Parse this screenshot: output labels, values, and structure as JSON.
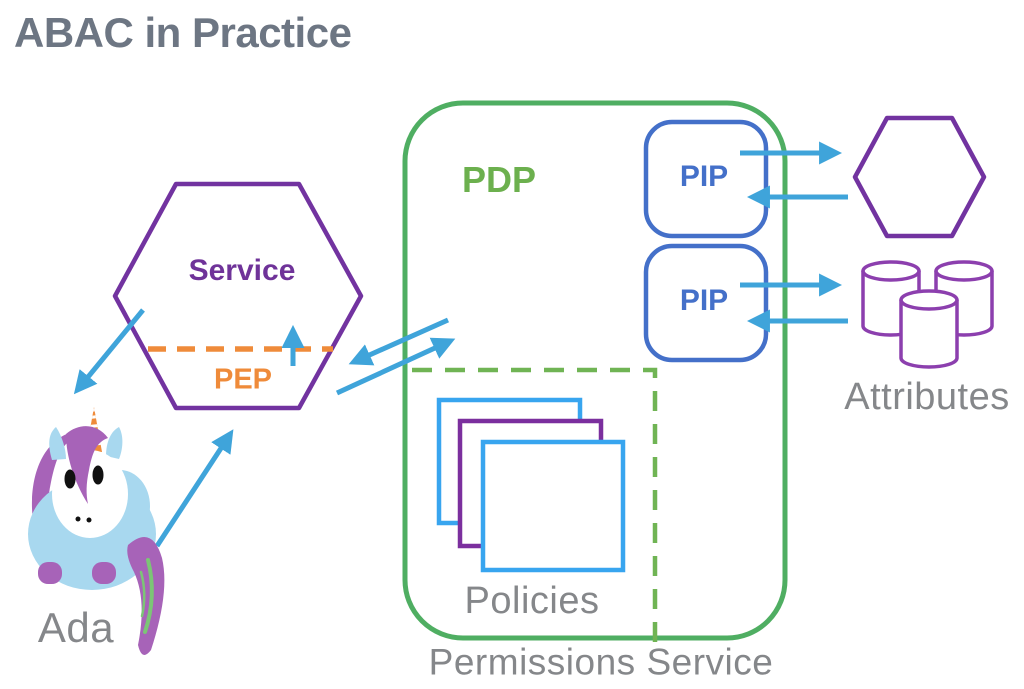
{
  "title": "ABAC in Practice",
  "actor": {
    "name": "Ada",
    "icon": "unicorn-icon"
  },
  "service": {
    "label": "Service",
    "pep_label": "PEP",
    "shape": "hexagon"
  },
  "permissions_service": {
    "label": "Permissions Service",
    "pdp_label": "PDP",
    "pips": [
      {
        "label": "PIP"
      },
      {
        "label": "PIP"
      }
    ],
    "policies_label": "Policies",
    "policy_count": 3
  },
  "attributes": {
    "label": "Attributes",
    "sources": [
      "hexagon-store-icon",
      "database-stack-icon"
    ]
  },
  "arrows": [
    {
      "from": "service",
      "to": "ada"
    },
    {
      "from": "ada",
      "to": "pep"
    },
    {
      "from": "pep",
      "to": "service-interior",
      "note": "crosses PEP boundary upward"
    },
    {
      "from": "pdp",
      "to": "pep"
    },
    {
      "from": "pep",
      "to": "pdp"
    },
    {
      "from": "pip-1",
      "to": "hexagon-store"
    },
    {
      "from": "hexagon-store",
      "to": "pip-1"
    },
    {
      "from": "pip-2",
      "to": "database-stack"
    },
    {
      "from": "database-stack",
      "to": "pip-2"
    }
  ],
  "colors": {
    "title_gray": "#6d7683",
    "caption_gray": "#85878a",
    "purple_outline": "#7233a0",
    "service_text_purple": "#6f3399",
    "orange": "#ef8b3a",
    "arrow_blue": "#3fa4da",
    "pdp_green": "#4fae62",
    "pdp_text_green": "#6cb04e",
    "dashed_green": "#70b454",
    "pip_blue": "#4470c9",
    "policy_blue": "#38a5ef",
    "policy_purple": "#7b2f9e",
    "database_purple": "#8c3fae",
    "unicorn_body_blue": "#a8d8ef",
    "unicorn_mane_purple": "#a763b8"
  }
}
